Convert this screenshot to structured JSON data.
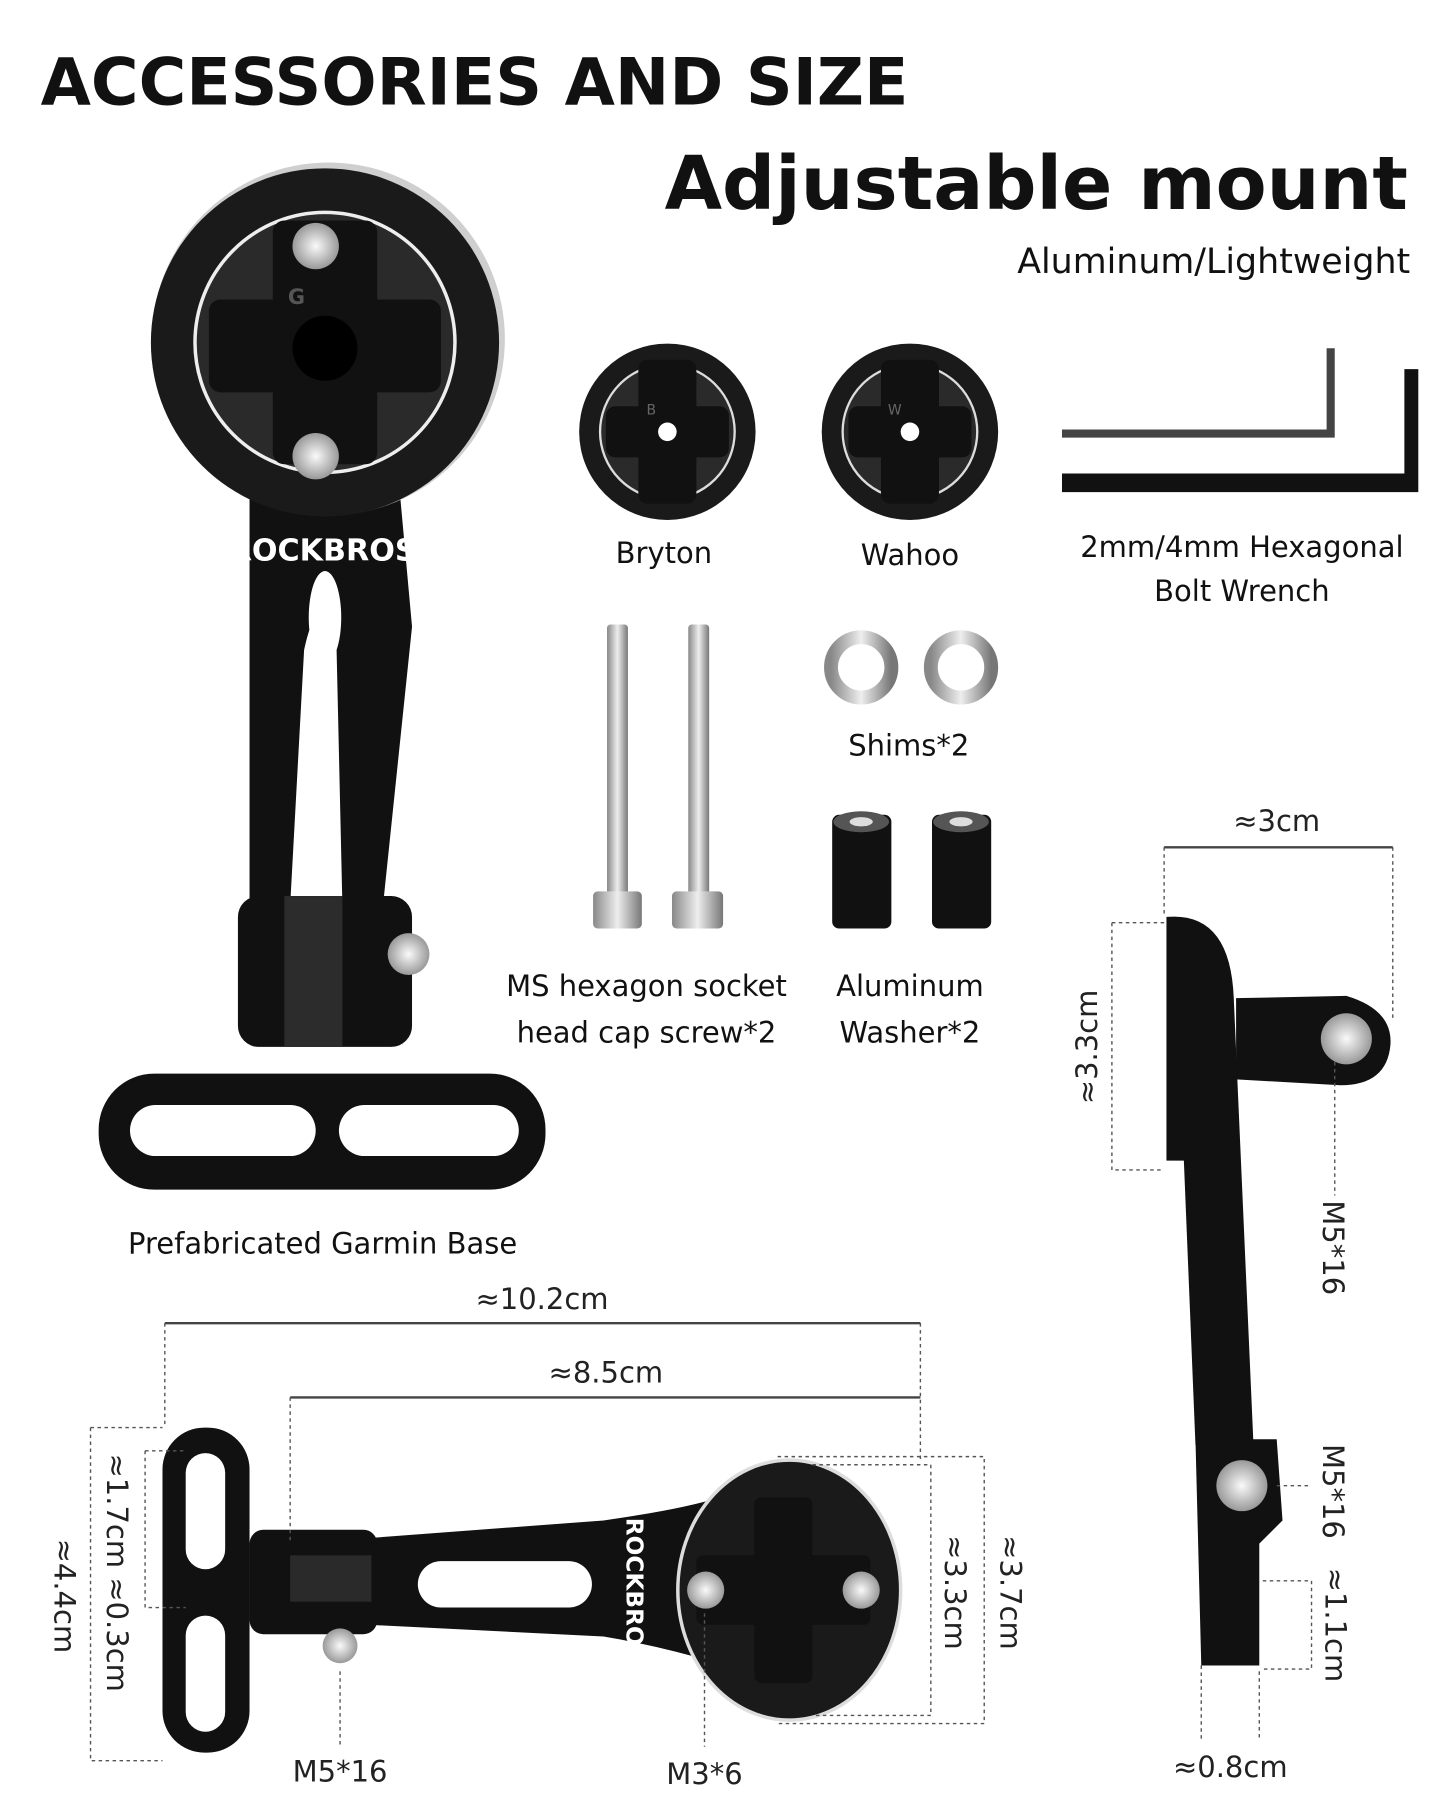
{
  "header": {
    "title": "ACCESSORIES AND SIZE",
    "product_title": "Adjustable mount",
    "material": "Aluminum/Lightweight"
  },
  "main_mount": {
    "brand": "ROCKBROS",
    "mount_letter": "G",
    "label": "Prefabricated Garmin Base"
  },
  "accessories": {
    "bryton": {
      "label": "Bryton",
      "letter": "B"
    },
    "wahoo": {
      "label": "Wahoo",
      "letter": "W"
    },
    "wrench": {
      "line1": "2mm/4mm Hexagonal",
      "line2": "Bolt Wrench"
    },
    "screws": {
      "line1": "MS hexagon socket",
      "line2": "head cap screw*2"
    },
    "shims": {
      "label": "Shims*2"
    },
    "washers": {
      "line1": "Aluminum",
      "line2": "Washer*2"
    }
  },
  "side_view": {
    "width": "≈3cm",
    "height": "≈3.3cm",
    "bolt_top": "M5*16",
    "bolt_bottom": "M5*16",
    "tab_height": "≈1.1cm",
    "thickness": "≈0.8cm"
  },
  "bottom_view": {
    "total_length": "≈10.2cm",
    "arm_length": "≈8.5cm",
    "slot_dims": "≈1.7cm ≈0.3cm",
    "base_height": "≈4.4cm",
    "inner_diameter": "≈3.3cm",
    "outer_diameter": "≈3.7cm",
    "hinge_bolt": "M5*16",
    "mount_screw": "M3*6",
    "brand": "ROCKBROS"
  }
}
